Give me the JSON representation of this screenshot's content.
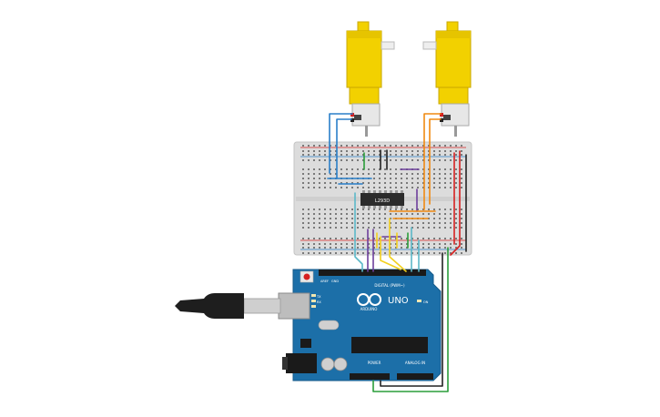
{
  "colors": {
    "background": "#ffffff",
    "motor_yellow": "#f2d100",
    "motor_yellow_dark": "#d8b800",
    "breadboard": "#dcdcdc",
    "board_blue": "#1c6fa8",
    "wire_blue": "#2a7fc9",
    "wire_orange": "#f08a12",
    "wire_red": "#d62020",
    "wire_black": "#222222",
    "wire_purple": "#6d3f9c",
    "wire_yellow": "#f2d01e",
    "wire_green": "#2a9d3a",
    "wire_cyan": "#5bb8c8"
  },
  "motors": [
    {
      "name": "left-motor"
    },
    {
      "name": "right-motor"
    }
  ],
  "driver_chip": {
    "label": "L293D"
  },
  "arduino": {
    "logo_text": "ARDUINO",
    "model_label": "UNO",
    "digital_label": "DIGITAL (PWM~)",
    "power_label": "POWER",
    "analog_label": "ANALOG IN",
    "aref_label": "AREF",
    "gnd_label": "GND",
    "tx_label": "TX",
    "rx_label": "RX",
    "on_label": "ON"
  },
  "icons": {
    "usb": "usb-cable-icon",
    "reset": "reset-button-icon",
    "power_jack": "dc-jack-icon"
  }
}
